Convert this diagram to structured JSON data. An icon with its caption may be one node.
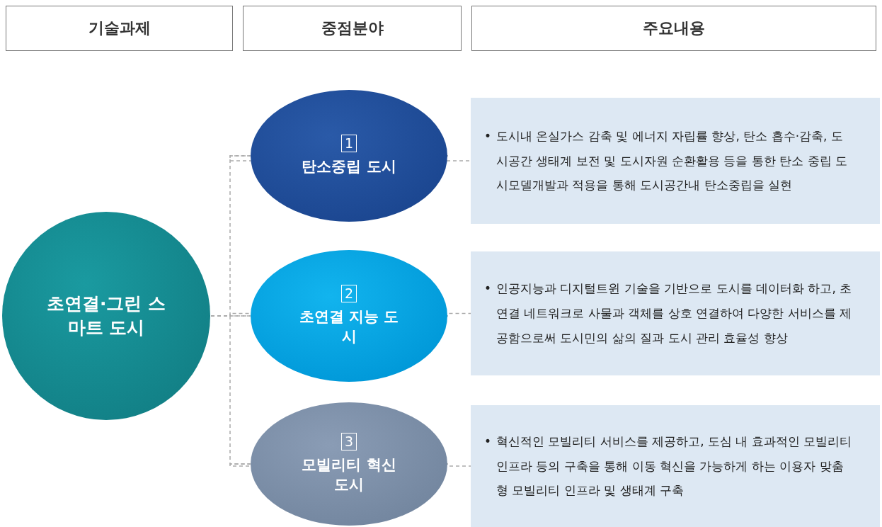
{
  "diagram": {
    "nodes": [
      {
        "text": [
          "기술과제"
        ]
      },
      {
        "text": [
          "중점분야"
        ]
      },
      {
        "text": [
          "주요내용"
        ]
      },
      {
        "text": [
          "초연결·그린 스마트 도시"
        ]
      },
      {
        "text": [
          "1",
          "탄소중립 도시"
        ]
      },
      {
        "text": [
          "•",
          "도시내 온실가스 감축 및 에너지 자립률 향상, 탄소 흡수·감축, 도시공간 생태계 보전 및 도시자원 순환활용 등을 통한 탄소 중립 도시모델개발과 적용을 통해 도시공간내 탄소중립을 실현"
        ]
      },
      {
        "text": [
          "2",
          "초연결 지능 도시"
        ]
      },
      {
        "text": [
          "•",
          "인공지능과 디지털트윈 기술을 기반으로 도시를 데이터화 하고, 초연결 네트워크로 사물과 객체를 상호 연결하여 다양한 서비스를 제공함으로써 도시민의 삶의 질과 도시 관리 효율성 향상"
        ]
      },
      {
        "text": [
          "3",
          "모빌리티 혁신 도시"
        ]
      },
      {
        "text": [
          "•",
          "혁신적인 모빌리티 서비스를 제공하고, 도심 내 효과적인 모빌리티 인프라 등의 구축을 통해 이동 혁신을 가능하게 하는 이용자 맞춤형 모빌리티 인프라 및 생태계 구축"
        ]
      }
    ],
    "edges": [
      {
        "from": 3,
        "to": 4,
        "arrow": "none",
        "style": "dashed"
      },
      {
        "from": 3,
        "to": 6,
        "arrow": "none",
        "style": "dashed"
      },
      {
        "from": 3,
        "to": 8,
        "arrow": "none",
        "style": "dashed"
      },
      {
        "from": 4,
        "to": 5,
        "arrow": "none",
        "style": "dashed"
      },
      {
        "from": 6,
        "to": 7,
        "arrow": "none",
        "style": "dashed"
      },
      {
        "from": 8,
        "to": 9,
        "arrow": "none",
        "style": "dashed"
      }
    ]
  }
}
